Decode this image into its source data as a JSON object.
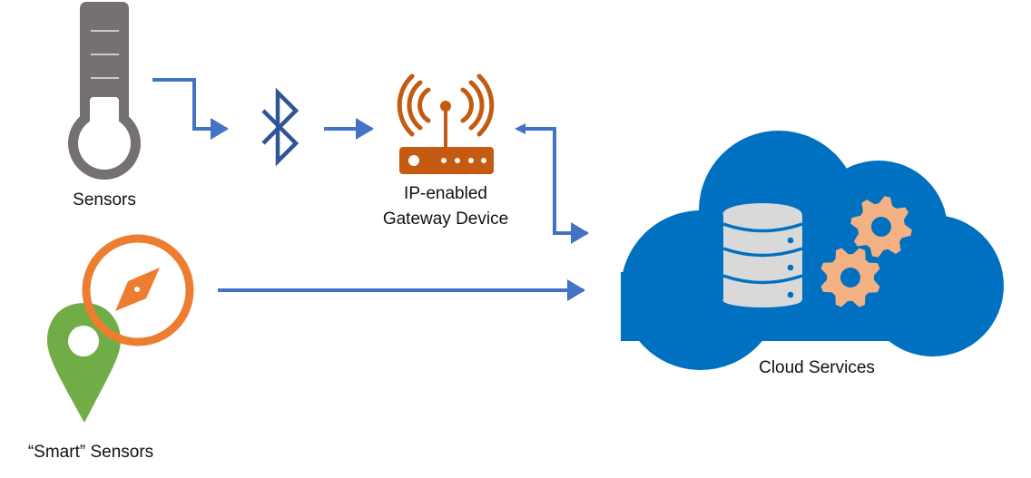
{
  "diagram": {
    "nodes": {
      "sensors": {
        "label": "Sensors",
        "icon": "thermometer-icon"
      },
      "smart_sensors": {
        "label": "“Smart” Sensors",
        "icon": "location-pin-compass-icon"
      },
      "bluetooth": {
        "icon": "bluetooth-icon"
      },
      "gateway": {
        "label_line1": "IP-enabled",
        "label_line2": "Gateway Device",
        "icon": "wifi-router-icon"
      },
      "cloud": {
        "label": "Cloud Services",
        "icon": "cloud-icon",
        "inner_icons": [
          "database-icon",
          "gears-icon"
        ]
      }
    },
    "edges": [
      {
        "from": "sensors",
        "to": "bluetooth",
        "direction": "one-way"
      },
      {
        "from": "bluetooth",
        "to": "gateway",
        "direction": "one-way"
      },
      {
        "from": "gateway",
        "to": "cloud",
        "direction": "two-way"
      },
      {
        "from": "smart_sensors",
        "to": "cloud",
        "direction": "one-way"
      }
    ],
    "colors": {
      "arrow": "#4472C4",
      "thermometer": "#767171",
      "bluetooth": "#2F5597",
      "router": "#C55A11",
      "cloud": "#0070C0",
      "database": "#D9D9D9",
      "gears": "#F4B183",
      "pin": "#70AD47",
      "compass": "#ED7D31"
    }
  }
}
